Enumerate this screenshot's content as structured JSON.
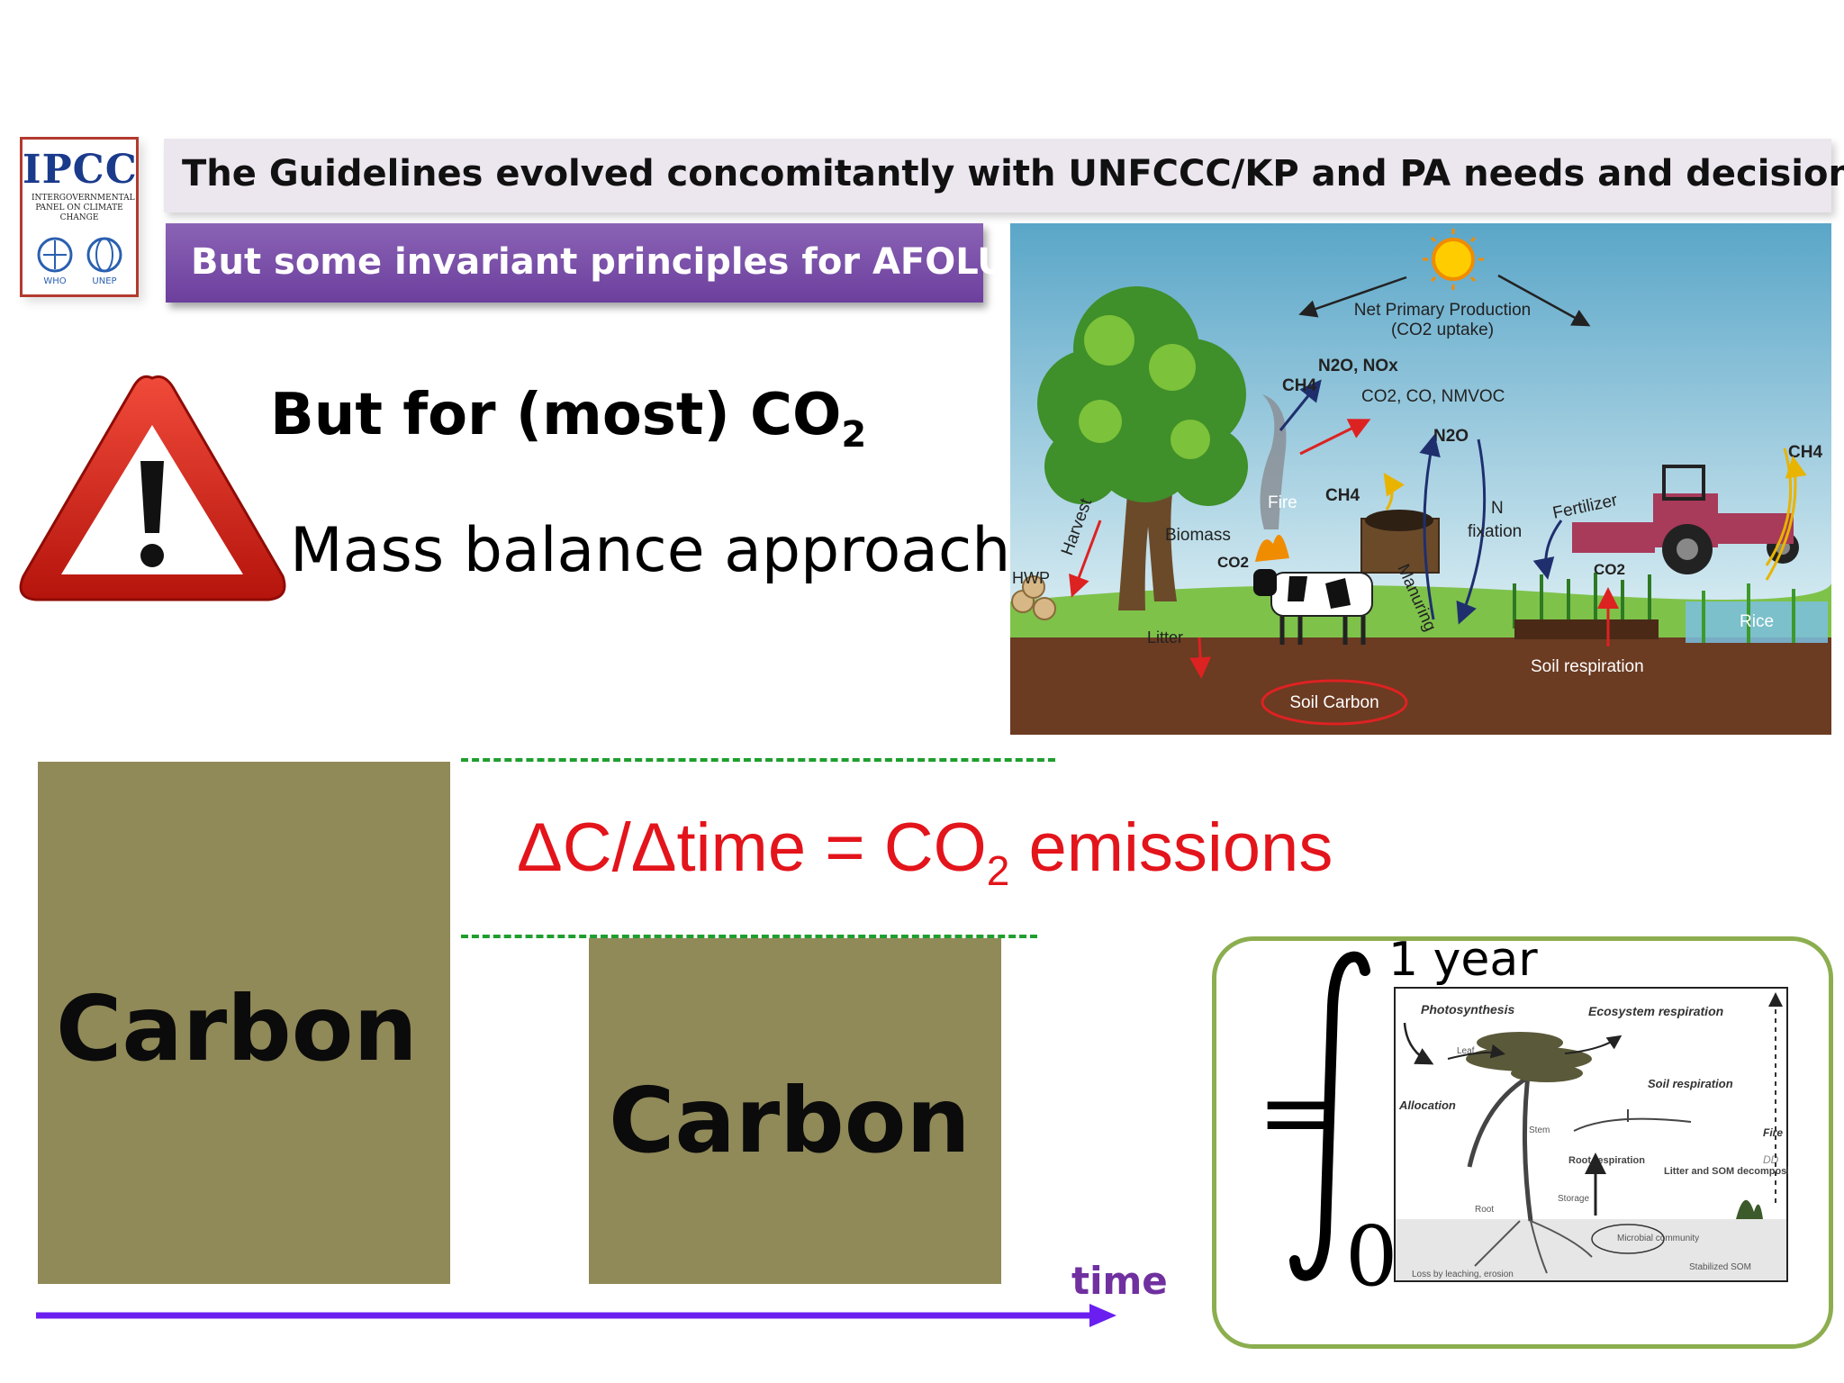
{
  "logo": {
    "name": "IPCC",
    "subtitle": "INTERGOVERNMENTAL PANEL ON CLIMATE CHANGE",
    "left_emblem": "WHO",
    "right_emblem": "UNEP"
  },
  "header": {
    "title": "The Guidelines evolved concomitantly with UNFCCC/KP and PA needs and decisions",
    "subtitle": "But some invariant principles for AFOLU"
  },
  "warning": {
    "icon": "warning-triangle-icon",
    "heading_main": "But for (most) CO",
    "heading_sub": "2",
    "approach": "Mass balance approach"
  },
  "afolu_diagram": {
    "npp": "Net Primary Production",
    "npp2": "(CO2 uptake)",
    "n2o_nox": "N2O, NOx",
    "ch4_fire": "CH4",
    "co2_co": "CO2, CO, NMVOC",
    "n2o": "N2O",
    "ch4_manure": "CH4",
    "ch4_rice": "CH4",
    "fire": "Fire",
    "harvest": "Harvest",
    "hwp": "HWP",
    "biomass": "Biomass",
    "co2_biomass": "CO2",
    "litter": "Litter",
    "manuring": "Manuring",
    "n_fixation_1": "N",
    "n_fixation_2": "fixation",
    "fertilizer": "Fertilizer",
    "co2_soil": "CO2",
    "rice": "Rice",
    "soil_respiration": "Soil respiration",
    "soil_carbon": "Soil Carbon"
  },
  "balance": {
    "carbon_before": "Carbon",
    "carbon_after": "Carbon",
    "equation_main": "ΔC/Δtime = CO",
    "equation_sub": "2",
    "equation_tail": " emissions",
    "time_label": "time"
  },
  "integral": {
    "equals": "=",
    "upper_limit": "1 year",
    "lower_limit": "0",
    "eco_photosynthesis": "Photosynthesis",
    "eco_ecosystem_resp": "Ecosystem respiration",
    "eco_soil_resp": "Soil respiration",
    "eco_allocation": "Allocation",
    "eco_leaf": "Leaf",
    "eco_stem": "Stem",
    "eco_root": "Root",
    "eco_storage": "Storage",
    "eco_root_resp": "Root respiration",
    "eco_litter": "Litter and SOM decomposition",
    "eco_fire": "Fire",
    "eco_dd": "DD",
    "eco_microbial": "Microbial community",
    "eco_stabilized": "Stabilized SOM",
    "eco_loss": "Loss by leaching, erosion"
  },
  "colors": {
    "title_bar": "#ece6ef",
    "subtitle_bar": "#7a4fab",
    "carbon_box": "#908958",
    "equation": "#e3141b",
    "dashed_line": "#1f9e2e",
    "time_arrow": "#6a1ff0",
    "time_label": "#7030a0",
    "panel_border": "#8cae4f"
  }
}
